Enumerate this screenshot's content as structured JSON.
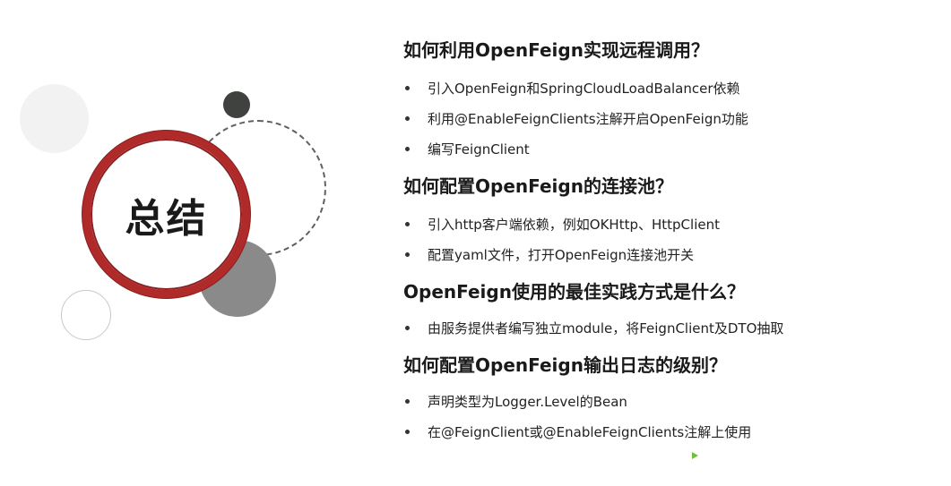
{
  "slide": {
    "summary_title": "总结",
    "sections": [
      {
        "title": "如何利用OpenFeign实现远程调用？",
        "bullets": [
          "引入OpenFeign和SpringCloudLoadBalancer依赖",
          "利用@EnableFeignClients注解开启OpenFeign功能",
          "编写FeignClient"
        ]
      },
      {
        "title": "如何配置OpenFeign的连接池？",
        "bullets": [
          "引入http客户端依赖，例如OKHttp、HttpClient",
          "配置yaml文件，打开OpenFeign连接池开关"
        ]
      },
      {
        "title": "OpenFeign使用的最佳实践方式是什么？",
        "bullets": [
          "由服务提供者编写独立module，将FeignClient及DTO抽取"
        ]
      },
      {
        "title": "如何配置OpenFeign输出日志的级别？",
        "bullets": [
          "声明类型为Logger.Level的Bean",
          "在@FeignClient或@EnableFeignClients注解上使用"
        ]
      }
    ]
  },
  "colors": {
    "ring": "#b02a2a",
    "dark_dot": "#3f423f",
    "gray_circle": "#8a8a8a",
    "light_circle": "#f2f2f2"
  }
}
